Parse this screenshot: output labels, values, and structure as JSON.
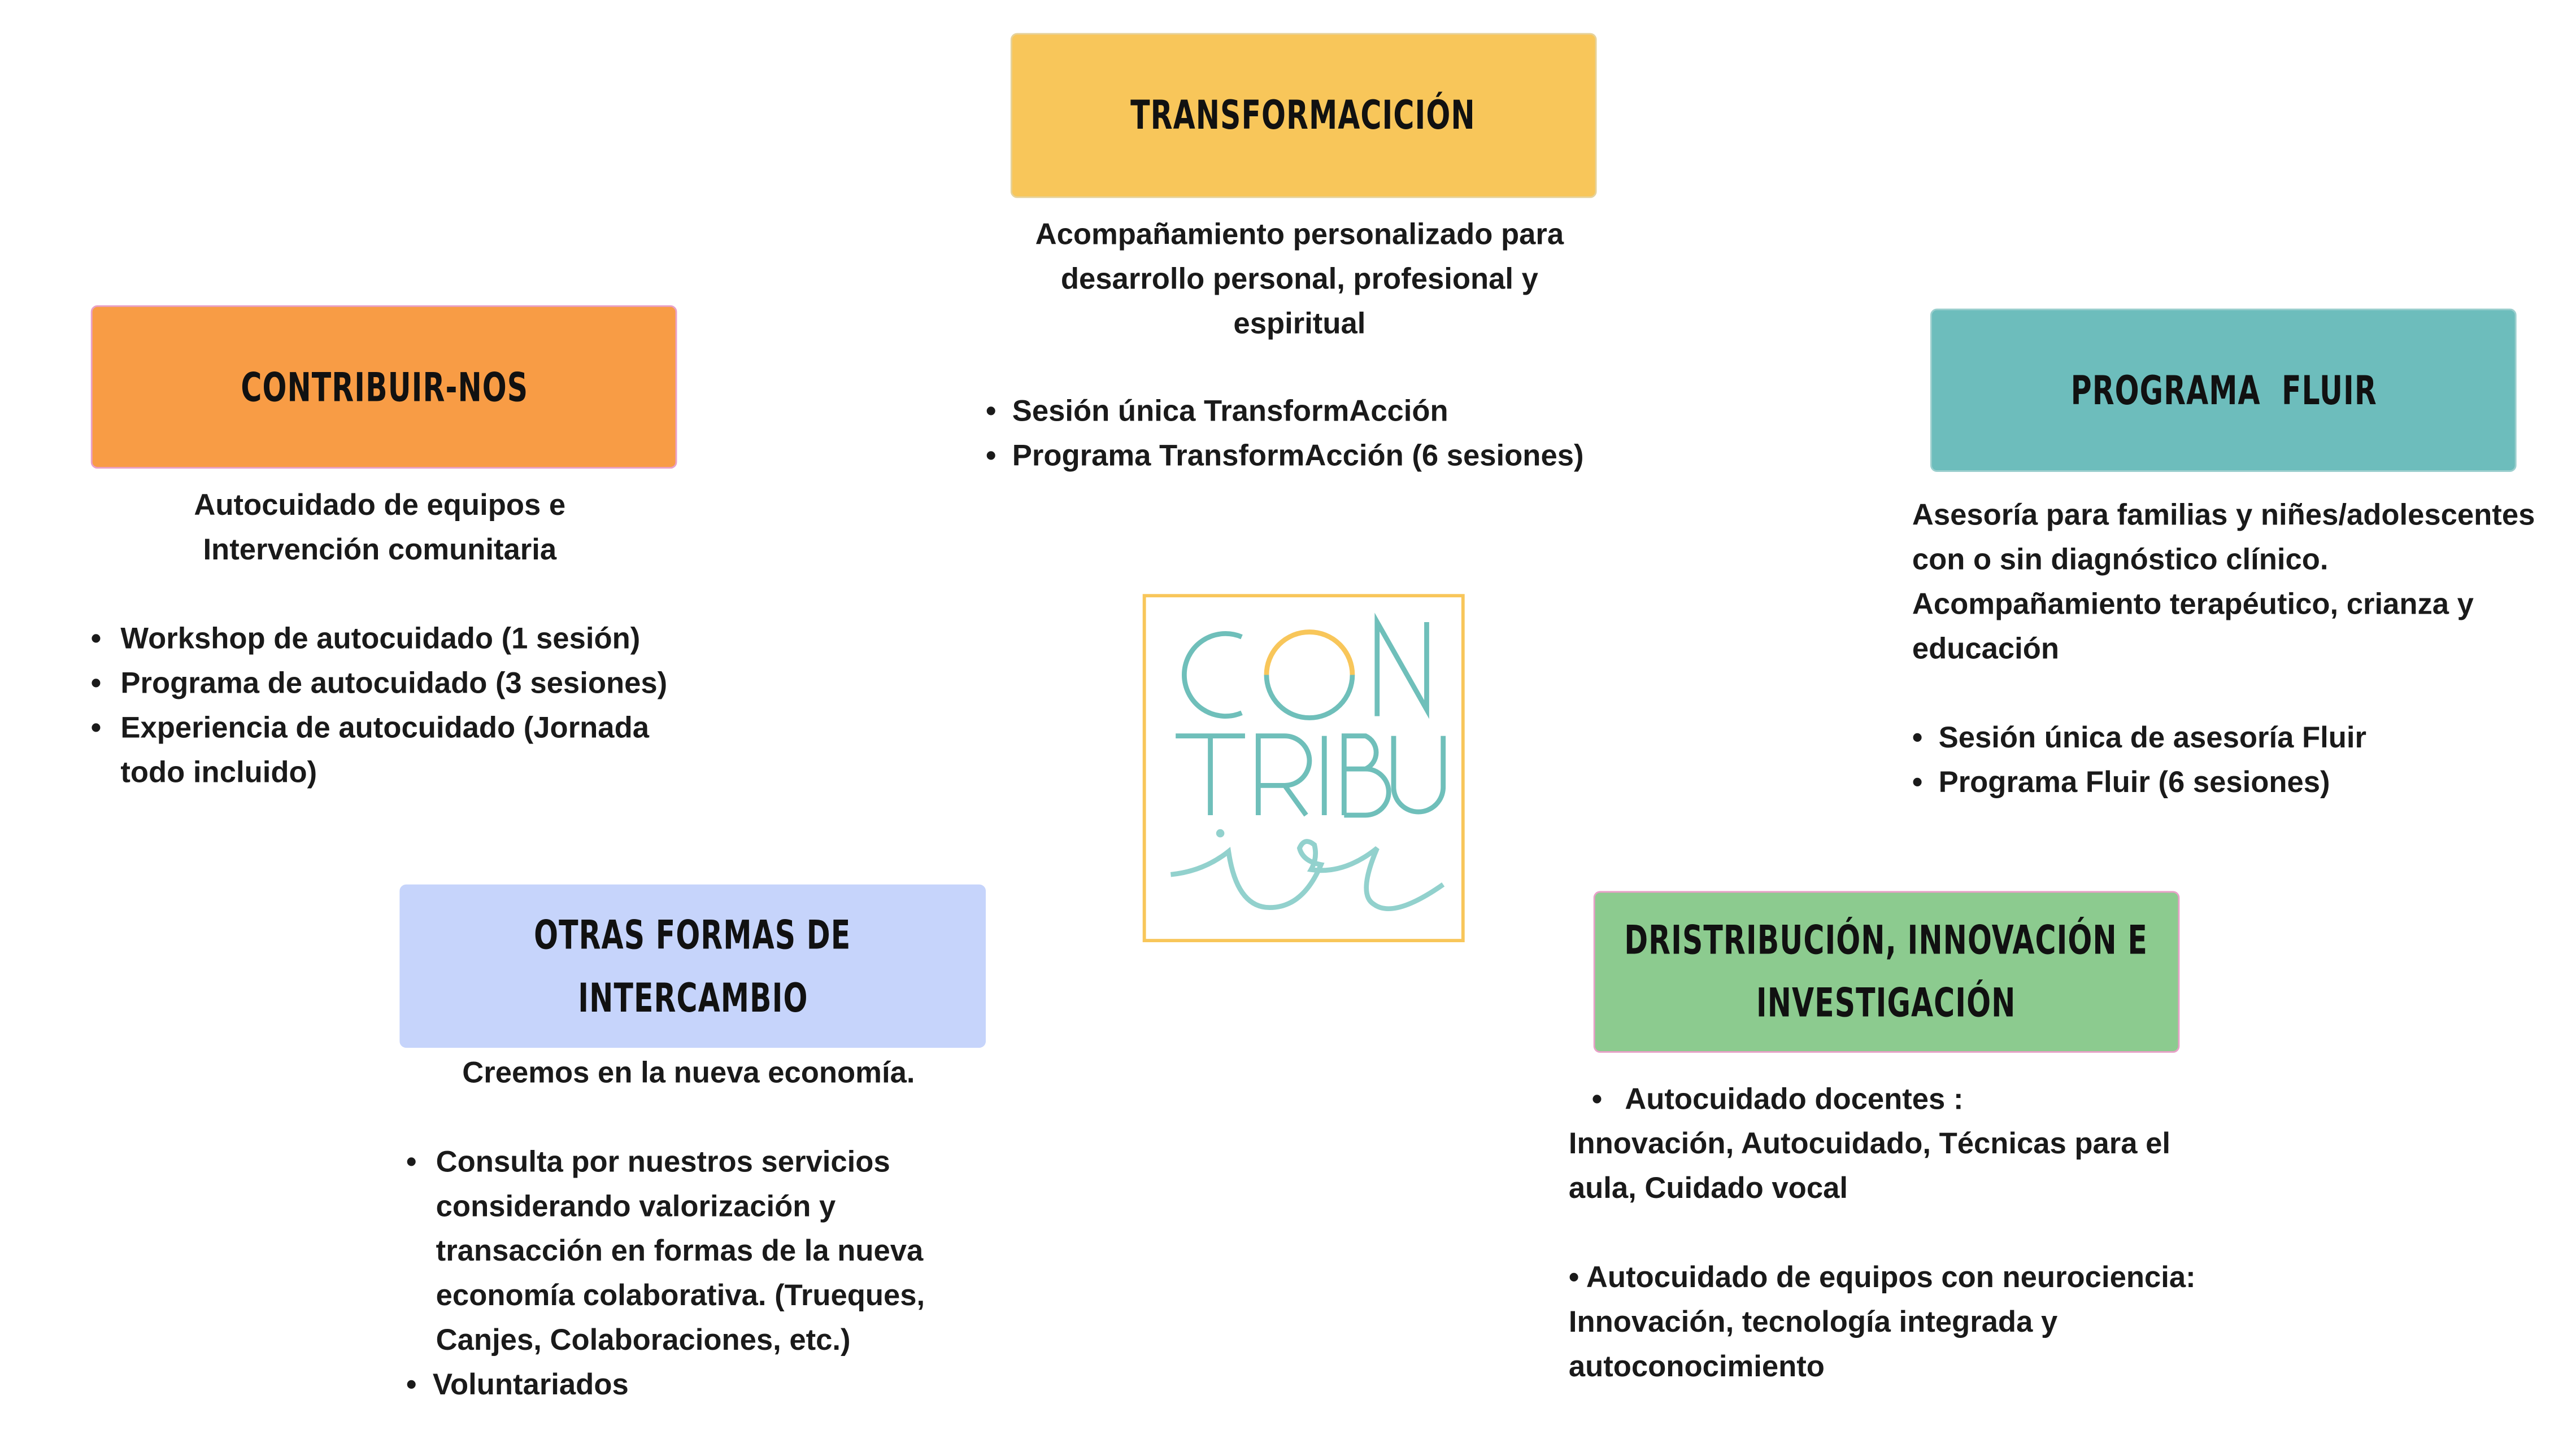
{
  "colors": {
    "transformacion": "#F8C65A",
    "contribuir": "#F89C45",
    "fluir": "#6DBDBC",
    "otras": "#C6D4FB",
    "distribucion": "#8CCB8F",
    "logo_teal": "#6FBFBA",
    "logo_yellow": "#F8C65A"
  },
  "logo": {
    "text": "CONTRIBUir",
    "line1": "CON",
    "line2": "TRIBU",
    "script": "ir"
  },
  "transformacion": {
    "title": "TRANSFORMACICIÓN",
    "desc": [
      "Acompañamiento personalizado para",
      "desarrollo personal, profesional y",
      "espiritual"
    ],
    "items": [
      "Sesión única TransformAcción",
      "Programa TransformAcción (6 sesiones)"
    ]
  },
  "contribuir": {
    "title": "CONTRIBUIR-NOS",
    "desc": [
      "Autocuidado de equipos e",
      "Intervención comunitaria"
    ],
    "items": [
      "Workshop de autocuidado (1 sesión)",
      "Programa de autocuidado (3 sesiones)",
      "Experiencia de autocuidado (Jornada todo incluido)"
    ]
  },
  "fluir": {
    "title": "PROGRAMA  FLUIR",
    "desc": [
      "Asesoría para familias y niñes/adolescentes",
      "con o sin diagnóstico clínico.",
      "Acompañamiento terapéutico, crianza y",
      "educación"
    ],
    "items": [
      "Sesión única de asesoría Fluir",
      "Programa Fluir (6 sesiones)"
    ]
  },
  "otras": {
    "title_1": "OTRAS FORMAS DE",
    "title_2": "INTERCAMBIO",
    "desc": "Creemos en la nueva economía.",
    "items": [
      "Consulta por nuestros servicios considerando valorización y transacción en formas de la nueva economía colaborativa. (Trueques, Canjes, Colaboraciones, etc.)",
      "Voluntariados"
    ]
  },
  "distribucion": {
    "title_1": "DRISTRIBUCIÓN, INNOVACIÓN E",
    "title_2": "INVESTIGACIÓN",
    "item1": "Autocuidado docentes :",
    "item1_detail": "Innovación, Autocuidado, Técnicas para el aula, Cuidado vocal",
    "item2": "• Autocuidado de equipos con neurociencia:",
    "item2_detail": "Innovación, tecnología integrada y autoconocimiento"
  }
}
